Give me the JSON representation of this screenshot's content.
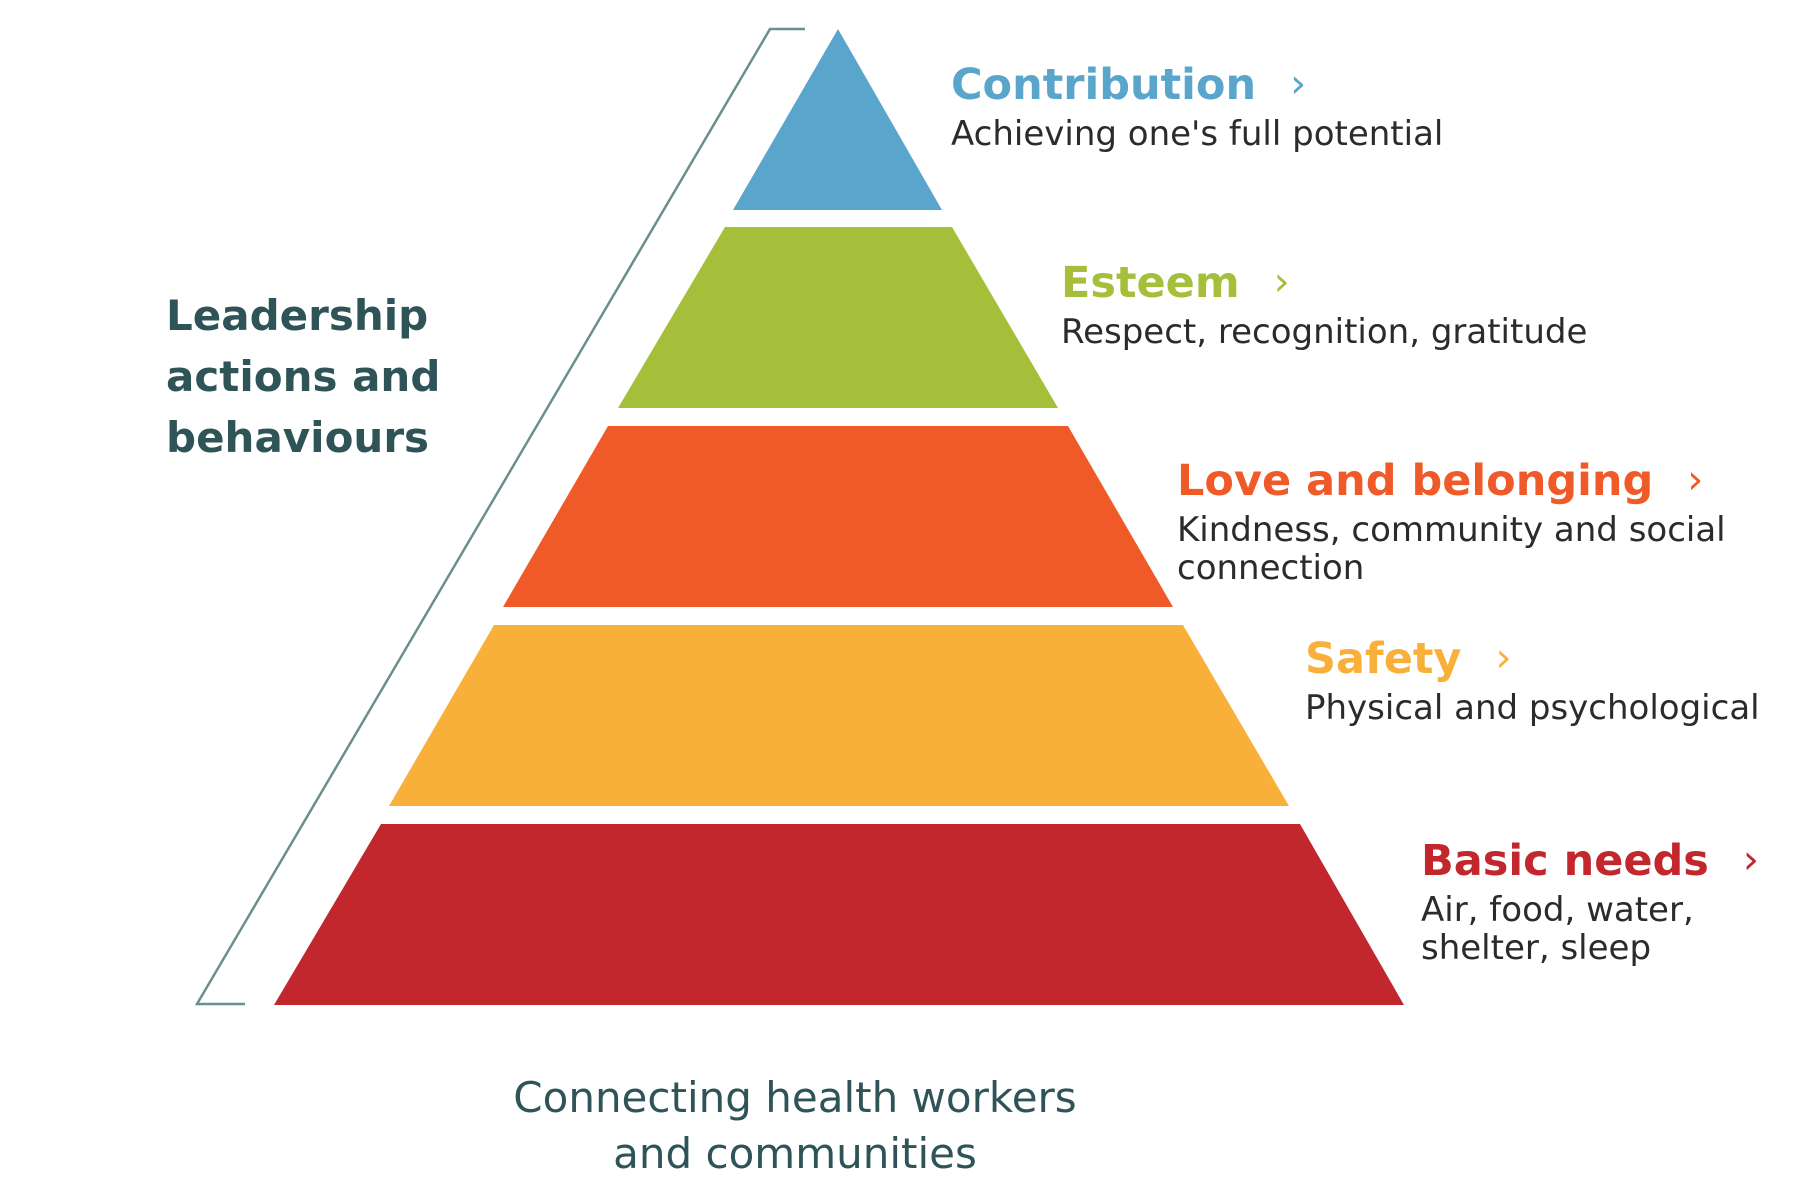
{
  "side_label": [
    "Leadership",
    "actions and",
    "behaviours"
  ],
  "levels": [
    {
      "title": "Contribution",
      "description": "Achieving one's full potential",
      "color": "#5aa5cb",
      "chevron": "›"
    },
    {
      "title": "Esteem",
      "description": "Respect, recognition, gratitude",
      "color": "#a6bf3a",
      "chevron": "›"
    },
    {
      "title": "Love and belonging",
      "description": "Kindness, community and social connection",
      "color": "#f05a28",
      "chevron": "›"
    },
    {
      "title": "Safety",
      "description": "Physical and psychological",
      "color": "#f9b03b",
      "chevron": "›"
    },
    {
      "title": "Basic needs",
      "description": "Air, food, water, shelter, sleep",
      "color": "#c1272d",
      "chevron": "›"
    }
  ],
  "footer": [
    "Connecting health workers",
    "and communities"
  ],
  "colors": {
    "bracket": "#6a8f8f",
    "text_dark": "#2f5457"
  }
}
